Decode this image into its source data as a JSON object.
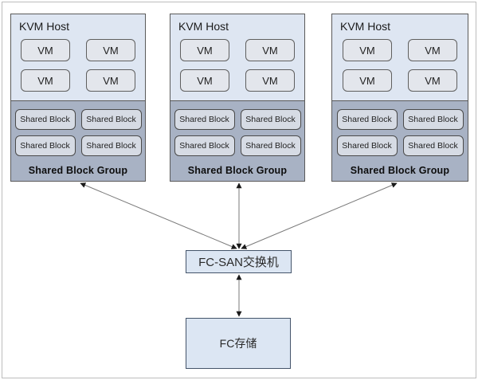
{
  "hosts": [
    {
      "title": "KVM Host",
      "vms": [
        "VM",
        "VM",
        "VM",
        "VM"
      ],
      "shared_blocks": [
        "Shared Block",
        "Shared Block",
        "Shared Block",
        "Shared Block"
      ],
      "group_label": "Shared Block Group"
    },
    {
      "title": "KVM Host",
      "vms": [
        "VM",
        "VM",
        "VM",
        "VM"
      ],
      "shared_blocks": [
        "Shared Block",
        "Shared Block",
        "Shared Block",
        "Shared Block"
      ],
      "group_label": "Shared Block Group"
    },
    {
      "title": "KVM Host",
      "vms": [
        "VM",
        "VM",
        "VM",
        "VM"
      ],
      "shared_blocks": [
        "Shared Block",
        "Shared Block",
        "Shared Block",
        "Shared Block"
      ],
      "group_label": "Shared Block Group"
    }
  ],
  "fc_switch": {
    "label": "FC-SAN交换机"
  },
  "fc_storage": {
    "label": "FC存储"
  },
  "colors": {
    "host_top_fill": "#dee6f2",
    "host_group_fill": "#a8b2c4",
    "host_border": "#5a5a5a",
    "vm_fill": "#e3e6ec",
    "shared_block_fill": "#d6dbe4",
    "node_fill": "#dce6f3",
    "node_border": "#44546a",
    "connector_line": "#7a7a7a",
    "arrowhead": "#1a1a1a"
  }
}
